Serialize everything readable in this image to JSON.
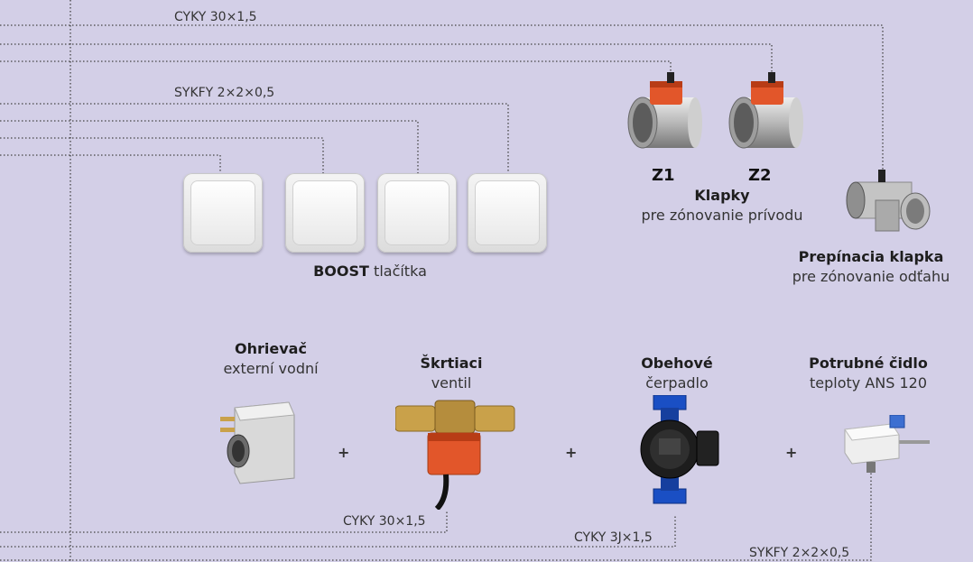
{
  "cables": {
    "top_cyky": "CYKY 30×1,5",
    "top_sykfy": "SYKFY 2×2×0,5",
    "valve_cyky": "CYKY 30×1,5",
    "pump_cyky": "CYKY 3J×1,5",
    "sensor_sykfy": "SYKFY 2×2×0,5"
  },
  "dampers": {
    "z1": "Z1",
    "z2": "Z2",
    "title": "Klapky",
    "subtitle": "pre zónovanie prívodu"
  },
  "switch_damper": {
    "title": "Prepínacia klapka",
    "subtitle": "pre zónovanie odťahu"
  },
  "boost": {
    "bold": "BOOST",
    "rest": " tlačítka"
  },
  "heater": {
    "title": "Ohrievač",
    "subtitle": "externí vodní"
  },
  "valve": {
    "title": "Škrtiaci",
    "subtitle": "ventil"
  },
  "pump": {
    "title": "Obehové",
    "subtitle": "čerpadlo"
  },
  "sensor": {
    "title": "Potrubné čidlo",
    "subtitle": "teploty ANS 120"
  },
  "plus_sign": "+",
  "colors": {
    "background": "#d3cfe7",
    "actuator": "#e2562a",
    "pump": "#1a4fc4",
    "brass": "#c9a14a"
  }
}
